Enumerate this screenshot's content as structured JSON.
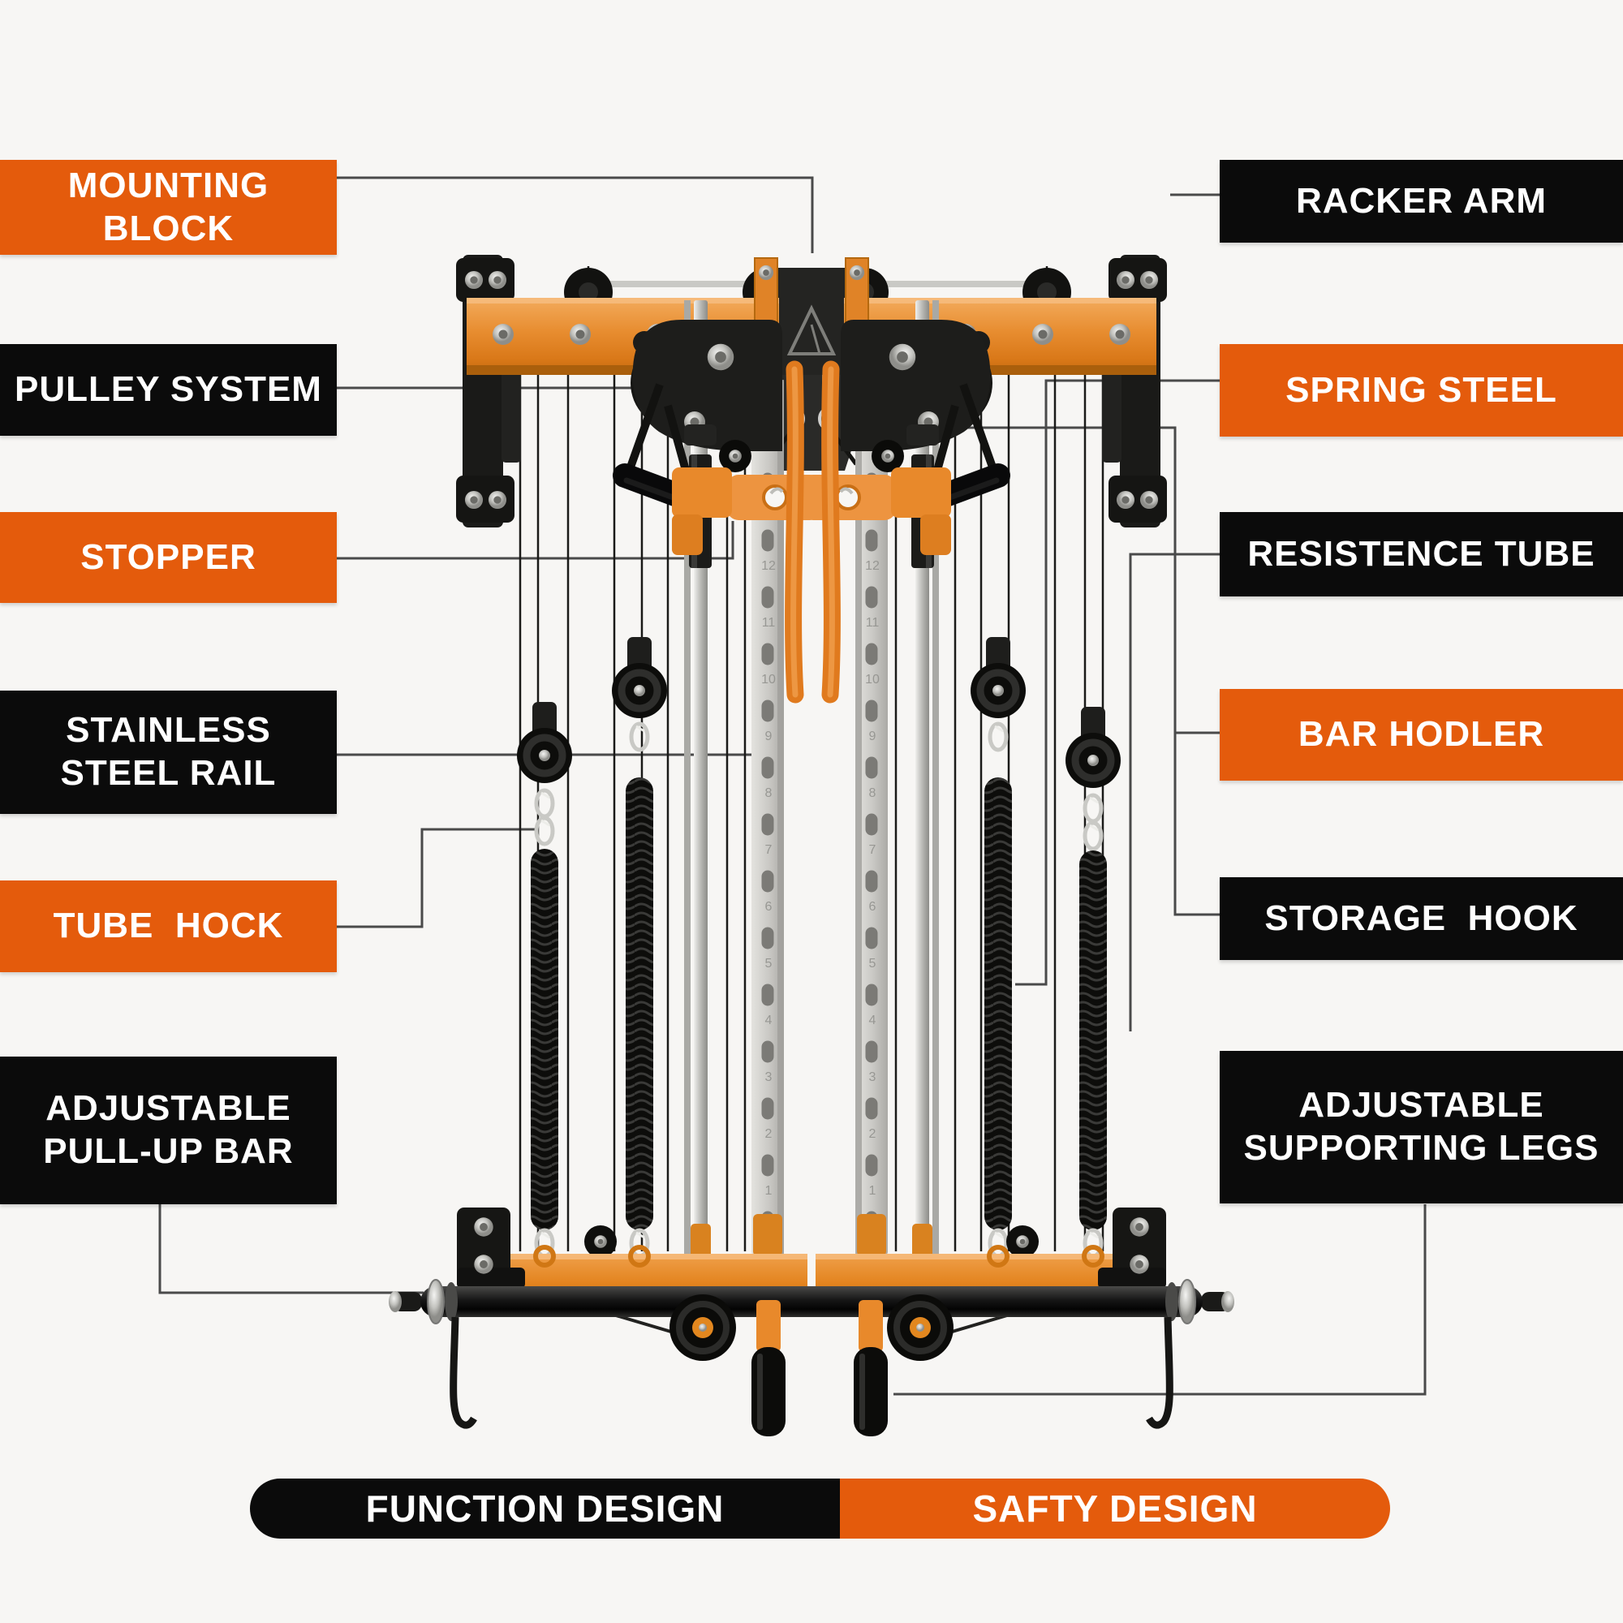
{
  "colors": {
    "accent_orange": "#E45B0C",
    "machine_orange": "#E78C2F",
    "label_black": "#0B0B0B",
    "background": "#F7F6F4",
    "connector_line": "#4A4A4A"
  },
  "labels": {
    "left": [
      {
        "line1": "MOUNTING",
        "line2": "BLOCK",
        "variant": "orange"
      },
      {
        "line1": "PULLEY SYSTEM",
        "line2": "",
        "variant": "black"
      },
      {
        "line1": "STOPPER",
        "line2": "",
        "variant": "orange"
      },
      {
        "line1": "STAINLESS",
        "line2": "STEEL RAIL",
        "variant": "black"
      },
      {
        "line1": "TUBE  HOCK",
        "line2": "",
        "variant": "orange"
      },
      {
        "line1": "ADJUSTABLE",
        "line2": "PULL-UP BAR",
        "variant": "black"
      }
    ],
    "right": [
      {
        "line1": "RACKER ARM",
        "line2": "",
        "variant": "black"
      },
      {
        "line1": "SPRING STEEL",
        "line2": "",
        "variant": "orange"
      },
      {
        "line1": "RESISTENCE TUBE",
        "line2": "",
        "variant": "black"
      },
      {
        "line1": "BAR HODLER",
        "line2": "",
        "variant": "orange"
      },
      {
        "line1": "STORAGE  HOOK",
        "line2": "",
        "variant": "black"
      },
      {
        "line1": "ADJUSTABLE",
        "line2": "SUPPORTING LEGS",
        "variant": "black"
      }
    ]
  },
  "footer": {
    "left_label": "FUNCTION DESIGN",
    "right_label": "SAFTY DESIGN"
  },
  "machine": {
    "logo_icon": "triangle-a-logo",
    "rail_numbers": [
      "12",
      "11",
      "10",
      "9",
      "8",
      "7",
      "6",
      "5",
      "4",
      "3",
      "2",
      "1"
    ]
  }
}
